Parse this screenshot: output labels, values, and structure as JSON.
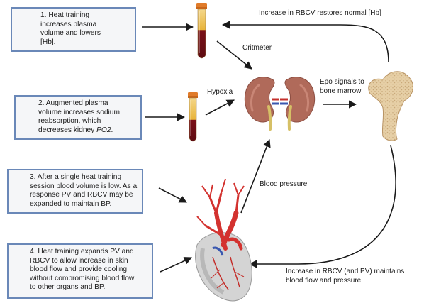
{
  "boxes": {
    "box1": {
      "lines": [
        "1.   Heat training",
        "increases plasma",
        "volume and lowers",
        "[Hb]."
      ]
    },
    "box2": {
      "lines": [
        "2. Augmented plasma",
        "volume increases sodium",
        "reabsorption, which",
        "decreases kidney "
      ],
      "italic": "PO2",
      "italic_tail": "."
    },
    "box3": {
      "lines": [
        "3. After a single heat training",
        "session blood volume is low. As a",
        "response PV and RBCV may be",
        "expanded to maintain BP."
      ]
    },
    "box4": {
      "lines": [
        "4. Heat training expands PV and",
        "RBCV to allow increase in skin",
        "blood flow and provide cooling",
        "without compromising blood flow",
        "to other organs and BP."
      ]
    }
  },
  "labels": {
    "top": "Increase in RBCV restores normal [Hb]",
    "critmeter": "Critmeter",
    "hypoxia": "Hypoxia",
    "epo": [
      "Epo signals to",
      "bone marrow"
    ],
    "blood_pressure": "Blood pressure",
    "bottom": [
      "Increase in RBCV (and PV) maintains",
      "blood flow and pressure"
    ]
  },
  "icons": [
    "blood-tube-icon",
    "kidneys-icon",
    "femur-bone-icon",
    "heart-icon"
  ],
  "colors": {
    "box_border": "#6a88b8",
    "box_fill": "#f5f6f8",
    "plasma": "#e8b43a",
    "blood": "#6e0f16",
    "kidney": "#b06a5a",
    "bone": "#e6cfa6",
    "heart_vessel": "#d3322f",
    "heart_body": "#d4d4d4",
    "tube_cap": "#e07b2a"
  }
}
